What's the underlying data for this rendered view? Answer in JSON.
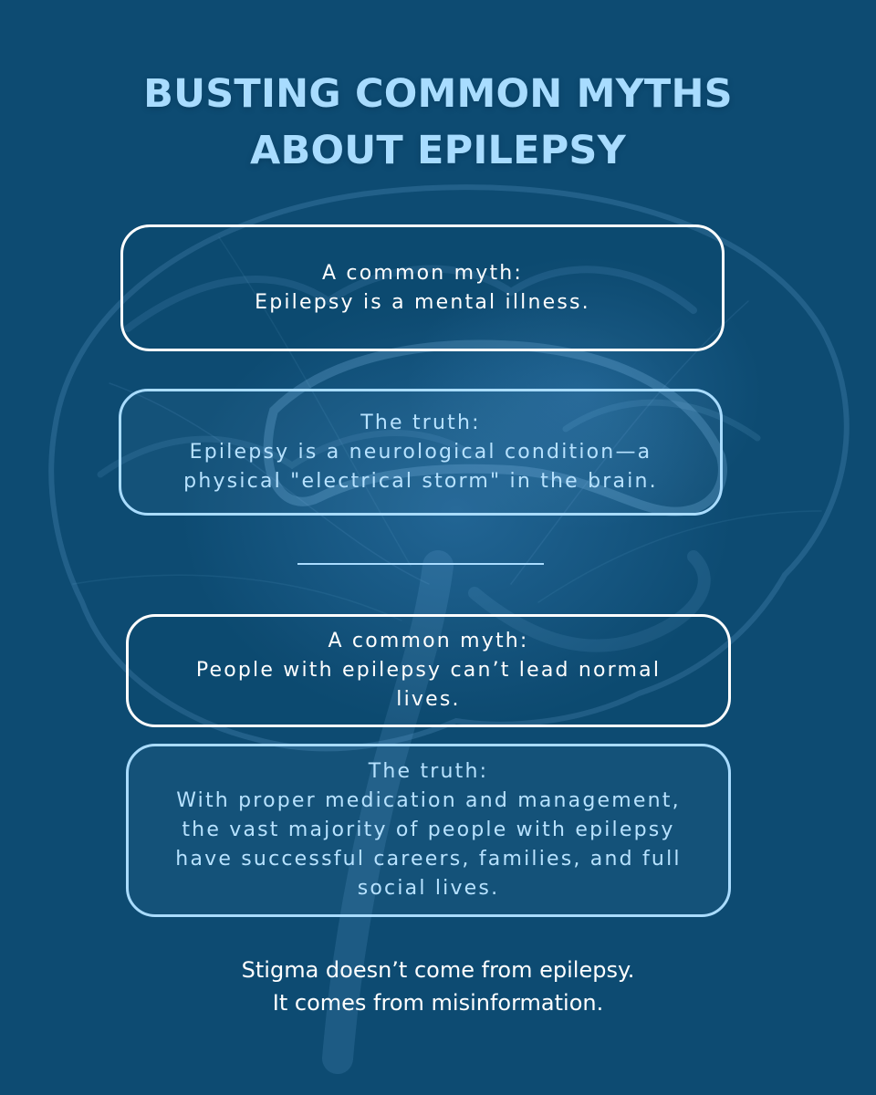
{
  "poster": {
    "title_line_1": "BUSTING COMMON MYTHS",
    "title_line_2": "ABOUT EPILEPSY",
    "cards": [
      {
        "label": "A common myth:",
        "text": "Epilepsy is a mental illness."
      },
      {
        "label": "The truth:",
        "text_line_1": "Epilepsy is a neurological condition—a",
        "text_line_2": "physical \"electrical storm\" in the brain."
      },
      {
        "label": "A common myth:",
        "text_line_1": "People with epilepsy can’t lead normal",
        "text_line_2": "lives."
      },
      {
        "label": "The truth:",
        "text_line_1": "With proper medication and management,",
        "text_line_2": "the vast majority of people with epilepsy",
        "text_line_3": "have successful careers, families, and full",
        "text_line_4": "social lives."
      }
    ],
    "footer_line_1": "Stigma doesn’t come from epilepsy.",
    "footer_line_2": "It comes from misinformation."
  },
  "colors": {
    "background": "#0d4b72",
    "title": "#a8dcff",
    "myth_border": "#ffffff",
    "truth_border": "#a9dcff",
    "truth_text": "#b7e2ff"
  },
  "background_image": "brain-xray-illustration"
}
